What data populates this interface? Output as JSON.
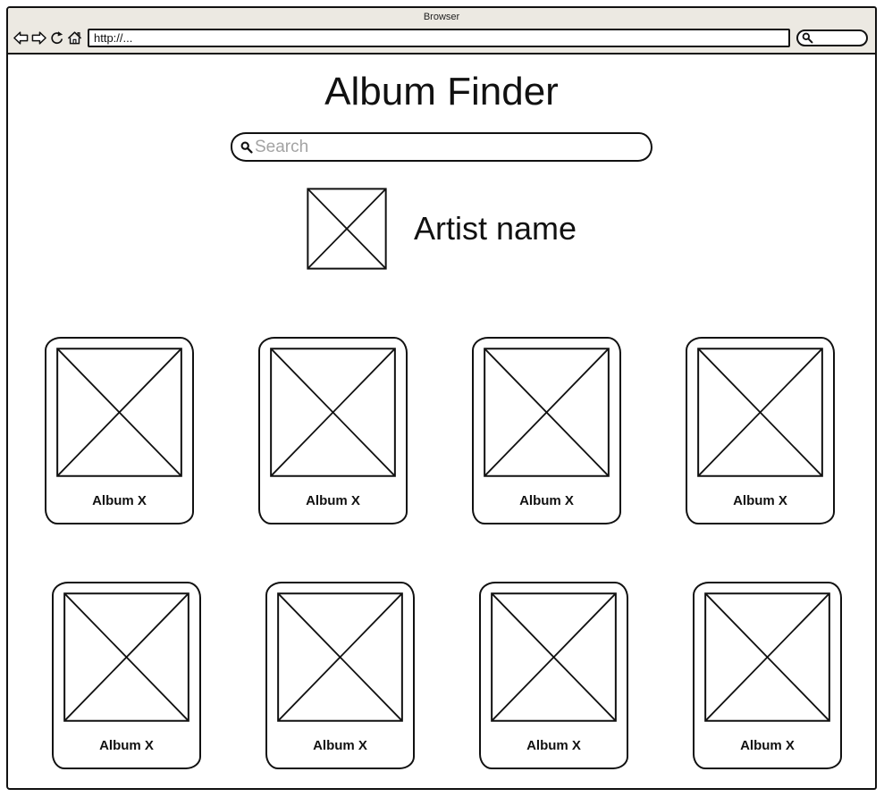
{
  "browser_chrome": {
    "window_title": "Browser",
    "nav_icons": [
      {
        "name": "back-icon"
      },
      {
        "name": "forward-icon"
      },
      {
        "name": "refresh-icon"
      },
      {
        "name": "home-icon"
      }
    ],
    "url_field": {
      "value": "http://..."
    },
    "quick_search": {
      "icon": "search-icon",
      "value": ""
    }
  },
  "page": {
    "title": "Album Finder",
    "search_field": {
      "icon": "search-icon",
      "placeholder": "Search",
      "value": ""
    },
    "artist": {
      "name": "Artist name",
      "image": "image-placeholder"
    },
    "album_grid": {
      "rows": 2,
      "columns": 4,
      "albums": [
        {
          "label": "Album X"
        },
        {
          "label": "Album X"
        },
        {
          "label": "Album X"
        },
        {
          "label": "Album X"
        },
        {
          "label": "Album X"
        },
        {
          "label": "Album X"
        },
        {
          "label": "Album X"
        },
        {
          "label": "Album X"
        }
      ]
    }
  },
  "colors": {
    "chrome_background": "#ECE9E2",
    "line": "#111111",
    "placeholder_text": "#A3A3A3",
    "content_background": "#FFFFFF"
  }
}
